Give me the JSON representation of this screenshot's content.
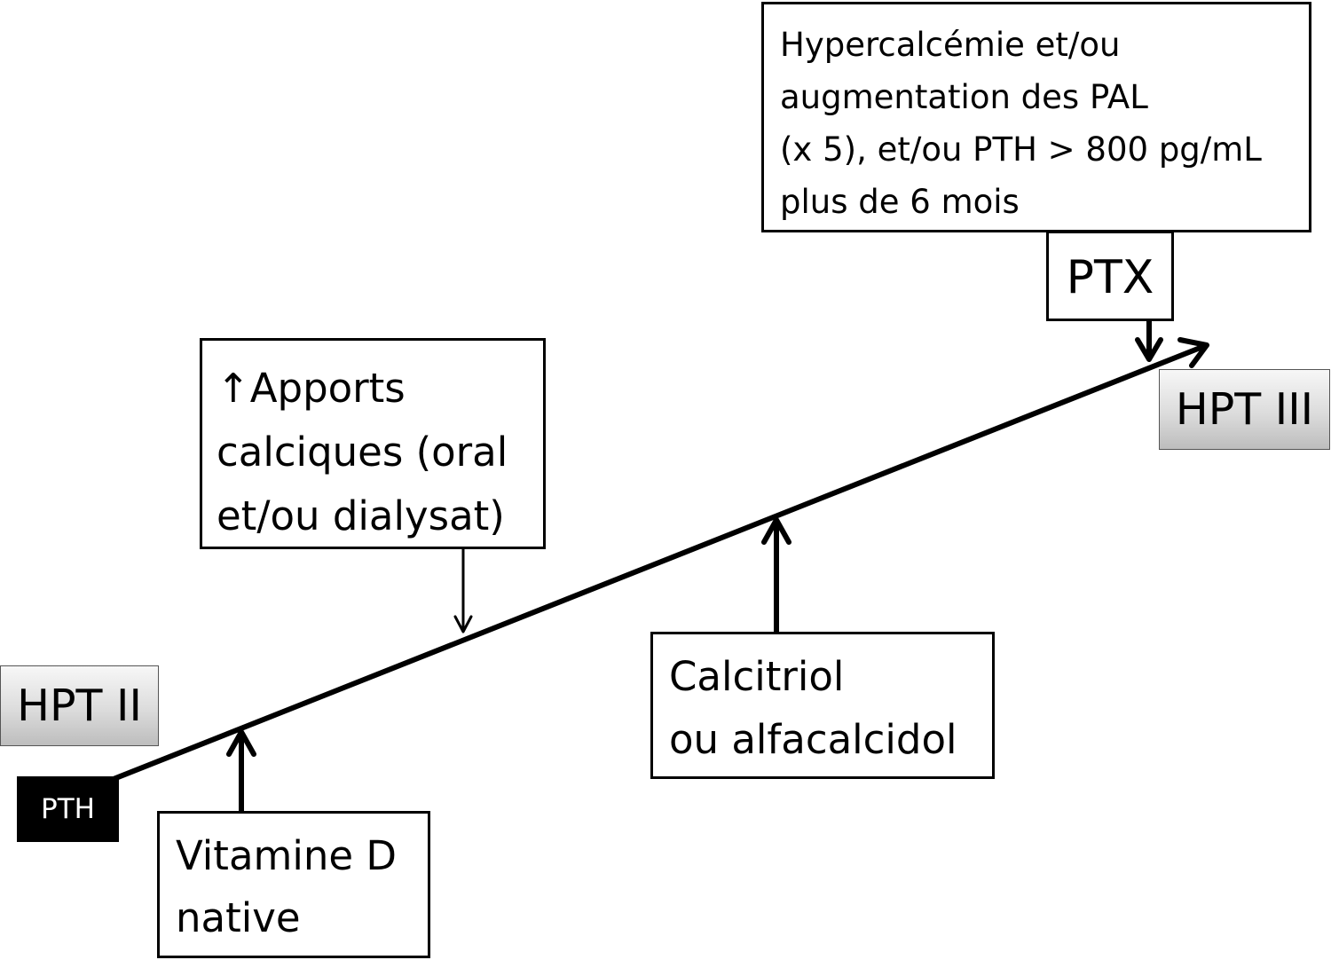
{
  "stages": {
    "start": "HPT II",
    "end": "HPT III"
  },
  "pth_marker": "PTH",
  "boxes": {
    "criteria": [
      "Hypercalcémie et/ou",
      "augmentation des PAL",
      "(x 5), et/ou PTH > 800 pg/mL",
      "plus de 6 mois"
    ],
    "ptx": "PTX",
    "calcium_arrow_glyph": "↑",
    "calcium": [
      "Apports",
      "calciques (oral",
      "et/ou dialysat)"
    ],
    "calcitriol": [
      "Calcitriol",
      "ou alfacalcidol"
    ],
    "vitamin_d": [
      "Vitamine D",
      "native"
    ]
  }
}
